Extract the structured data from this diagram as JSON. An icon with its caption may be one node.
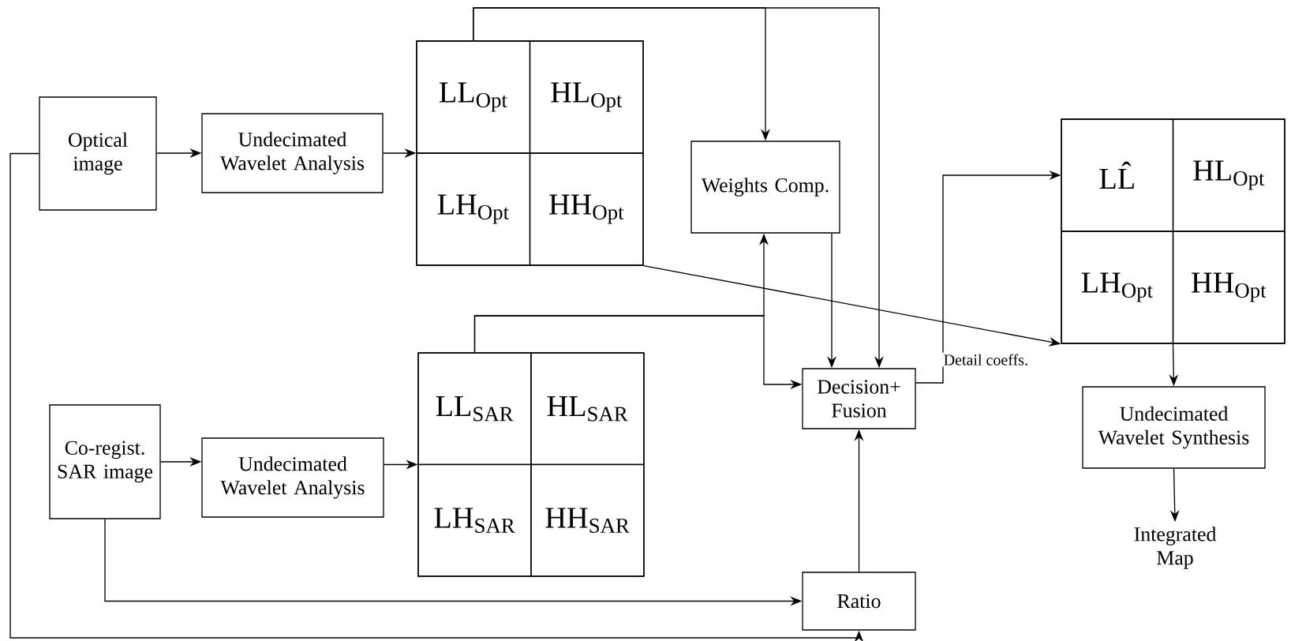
{
  "diagram": {
    "nodes": [
      {
        "text": [
          "Optical image"
        ]
      },
      {
        "text": [
          "Undecimated Wavelet Analysis"
        ]
      },
      {
        "text": [],
        "shape": "box"
      },
      {
        "text": [
          "LL$_{Opt}$"
        ],
        "in": 2
      },
      {
        "text": [
          "HL$_{Opt}$"
        ],
        "in": 2
      },
      {
        "text": [
          "LH$_{Opt}$"
        ],
        "in": 2
      },
      {
        "text": [
          "HH$_{Opt}$"
        ],
        "in": 2
      },
      {
        "text": [
          "Weights Comp."
        ]
      },
      {
        "text": [
          "Co-regist. SAR image"
        ]
      },
      {
        "text": [
          "Undecimated Wavelet Analysis"
        ]
      },
      {
        "text": [],
        "shape": "box"
      },
      {
        "text": [
          "LL$_{SAR}$"
        ],
        "in": 10
      },
      {
        "text": [
          "HL$_{SAR}$"
        ],
        "in": 10
      },
      {
        "text": [
          "LH$_{SAR}$"
        ],
        "in": 10
      },
      {
        "text": [
          "HH$_{SAR}$"
        ],
        "in": 10
      },
      {
        "text": [
          "Decision+ Fusion"
        ]
      },
      {
        "text": [
          "Ratio"
        ]
      },
      {
        "text": [],
        "shape": "box"
      },
      {
        "text": [
          "LL̂"
        ],
        "in": 17
      },
      {
        "text": [
          "HL$_{Opt}$"
        ],
        "in": 17
      },
      {
        "text": [
          "LH$_{Opt}$"
        ],
        "in": 17
      },
      {
        "text": [
          "HH$_{Opt}$"
        ],
        "in": 17
      },
      {
        "text": [
          "Undecimated Wavelet Synthesis"
        ]
      },
      {
        "text": [
          "Integrated Map"
        ]
      }
    ],
    "edges": [
      {
        "from": 0,
        "to": 1,
        "arrow": "to"
      },
      {
        "from": 1,
        "to": 2,
        "arrow": "to"
      },
      {
        "from": 3,
        "to": 7,
        "arrow": "to"
      },
      {
        "from": 3,
        "to": 15,
        "arrow": "to"
      },
      {
        "from": 7,
        "to": 15,
        "arrow": "to"
      },
      {
        "from": 11,
        "to": 7,
        "arrow": "to"
      },
      {
        "from": 11,
        "to": 15,
        "arrow": "to"
      },
      {
        "from": 8,
        "to": 9,
        "arrow": "to"
      },
      {
        "from": 9,
        "to": 10,
        "arrow": "to"
      },
      {
        "from": 8,
        "to": 16,
        "arrow": "to"
      },
      {
        "from": 0,
        "to": 16,
        "arrow": "to"
      },
      {
        "from": 16,
        "to": 15,
        "arrow": "to"
      },
      {
        "from": 15,
        "to": 18,
        "arrow": "to"
      },
      {
        "from": 2,
        "to": 17,
        "arrow": "to",
        "label": "Detail coeffs."
      },
      {
        "from": 17,
        "to": 22,
        "arrow": "to"
      },
      {
        "from": 22,
        "to": 23,
        "arrow": "to"
      }
    ]
  }
}
